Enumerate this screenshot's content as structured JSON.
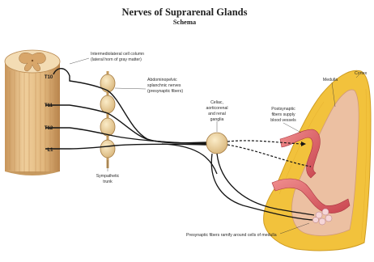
{
  "title": "Nerves of Suprarenal Glands",
  "subtitle": "Schema",
  "labels": {
    "lateral_horn_1": "Intermediolateral cell column",
    "lateral_horn_2": "(lateral horn of gray matter)",
    "splanchnic_1": "Abdominopelvic",
    "splanchnic_2": "splanchnic nerves",
    "splanchnic_3": "(presynaptic fibers)",
    "sympathetic_trunk_1": "Sympathetic",
    "sympathetic_trunk_2": "trunk",
    "ganglia_1": "Celiac,",
    "ganglia_2": "aorticorenal",
    "ganglia_3": "and renal",
    "ganglia_4": "ganglia",
    "postsynaptic_1": "Postsynaptic",
    "postsynaptic_2": "fibers supply",
    "postsynaptic_3": "blood vessels",
    "medulla": "Medulla",
    "cortex": "Cortex",
    "presynaptic_ramify": "Presynaptic fibers ramify around cells of medulla"
  },
  "spinal_segments": [
    "T10",
    "T11",
    "T12",
    "L1"
  ],
  "colors": {
    "cord_tan": "#e6c08a",
    "cortex_yellow": "#f2c23c",
    "medulla_pink": "#ecc0a2",
    "vessel_red": "#d9545f",
    "nerve_black": "#151515"
  }
}
